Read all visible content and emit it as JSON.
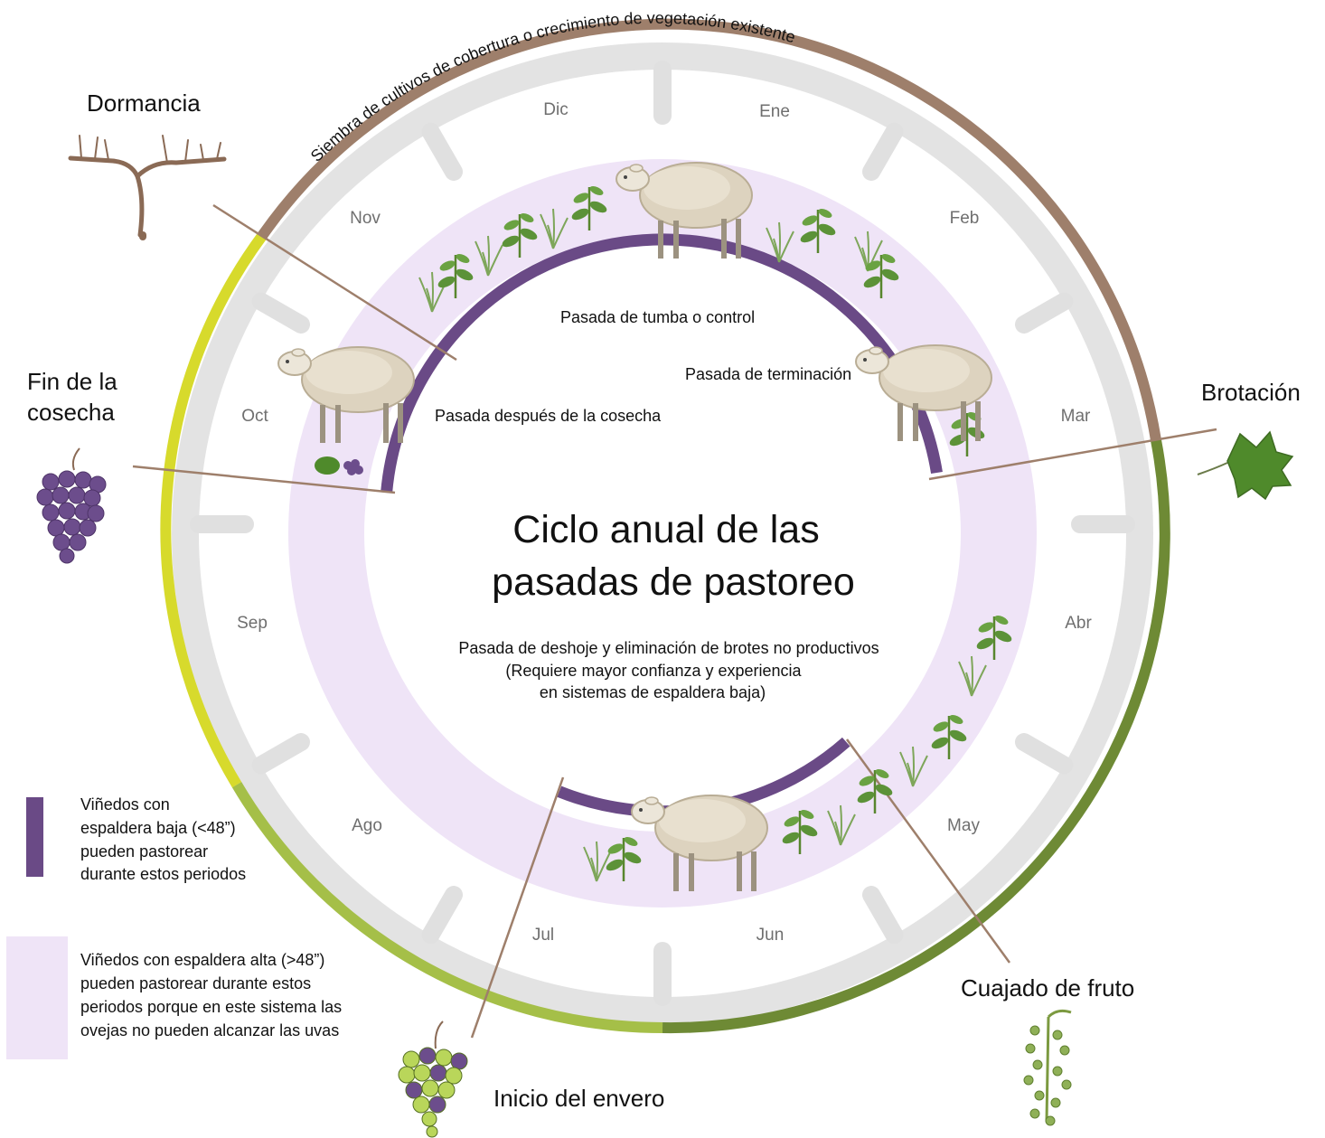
{
  "title": {
    "line1": "Ciclo anual de las",
    "line2": "pasadas de pastoreo"
  },
  "months": [
    "Ene",
    "Feb",
    "Mar",
    "Abr",
    "May",
    "Jun",
    "Jul",
    "Ago",
    "Sep",
    "Oct",
    "Nov",
    "Dic"
  ],
  "outer_ring": {
    "cover_crop_label": "Siembra de cultivos de cobertura o crecimiento de vegetación existente",
    "colors": {
      "cover_crop": "#9e7f6b",
      "growing_dark": "#6e8a35",
      "growing_light": "#a5bf48",
      "harvest_yellow": "#d7da2c",
      "ring_gray": "#e3e3e3"
    }
  },
  "stages": {
    "dormancy": "Dormancia",
    "harvest_end_line1": "Fin de la",
    "harvest_end_line2": "cosecha",
    "budbreak": "Brotación",
    "fruit_set": "Cuajado de fruto",
    "veraison": "Inicio del envero"
  },
  "passes": {
    "knockdown": "Pasada de tumba o control",
    "termination": "Pasada de terminación",
    "post_harvest": "Pasada después de la cosecha",
    "leafing_line1": "Pasada de deshoje y eliminación de brotes no productivos",
    "leafing_line2": "(Requiere mayor confianza y experiencia",
    "leafing_line3": "en sistemas de espaldera baja)"
  },
  "legend": {
    "low_trellis": [
      "Viñedos con",
      "espaldera baja (<48”)",
      "pueden pastorear",
      "durante estos periodos"
    ],
    "high_trellis": [
      "Viñedos con espaldera alta (>48”)",
      "pueden pastorear durante estos",
      "periodos porque en este sistema las",
      "ovejas no pueden alcanzar las uvas"
    ],
    "colors": {
      "low": "#6a4a86",
      "high": "#efe4f7"
    }
  },
  "icons": [
    "vine-dormant-icon",
    "grape-bunch-icon",
    "vine-leaf-icon",
    "fruit-set-icon",
    "veraison-grape-icon",
    "sheep-icon",
    "cover-plant-icon"
  ]
}
